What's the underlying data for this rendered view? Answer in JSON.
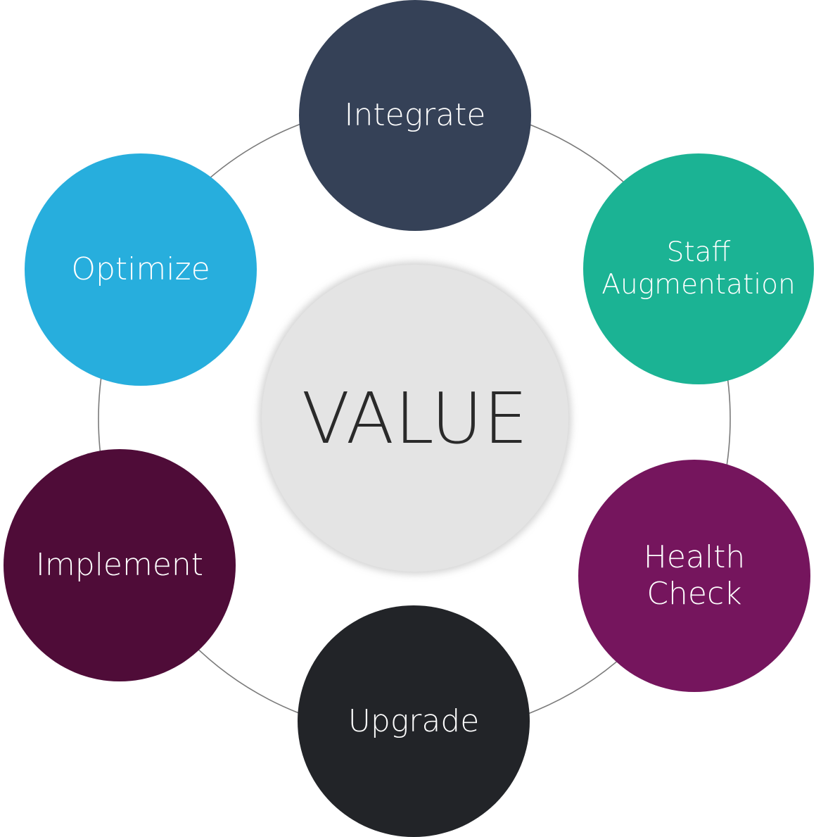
{
  "center": {
    "label": "VALUE",
    "color": "#e4e4e4"
  },
  "ring": {
    "color": "#7a7a7a"
  },
  "nodes": {
    "integrate": {
      "lines": [
        "Integrate"
      ],
      "color": "#354157"
    },
    "staff": {
      "lines": [
        "Staff",
        "Augmentation"
      ],
      "color": "#1bb394"
    },
    "health": {
      "lines": [
        "Health",
        "Check"
      ],
      "color": "#75155d"
    },
    "upgrade": {
      "lines": [
        "Upgrade"
      ],
      "color": "#222428"
    },
    "implement": {
      "lines": [
        "Implement"
      ],
      "color": "#4f0c38"
    },
    "optimize": {
      "lines": [
        "Optimize"
      ],
      "color": "#27aedd"
    }
  }
}
